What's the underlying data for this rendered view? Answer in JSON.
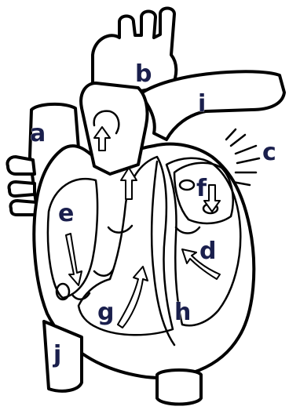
{
  "diagram": {
    "labels": {
      "a": "a",
      "b": "b",
      "c": "c",
      "d": "d",
      "e": "e",
      "f": "f",
      "g": "g",
      "h": "h",
      "i": "i",
      "j": "j"
    },
    "colors": {
      "label": "#1a1f4d",
      "stroke": "#000000",
      "fill": "#ffffff"
    }
  }
}
